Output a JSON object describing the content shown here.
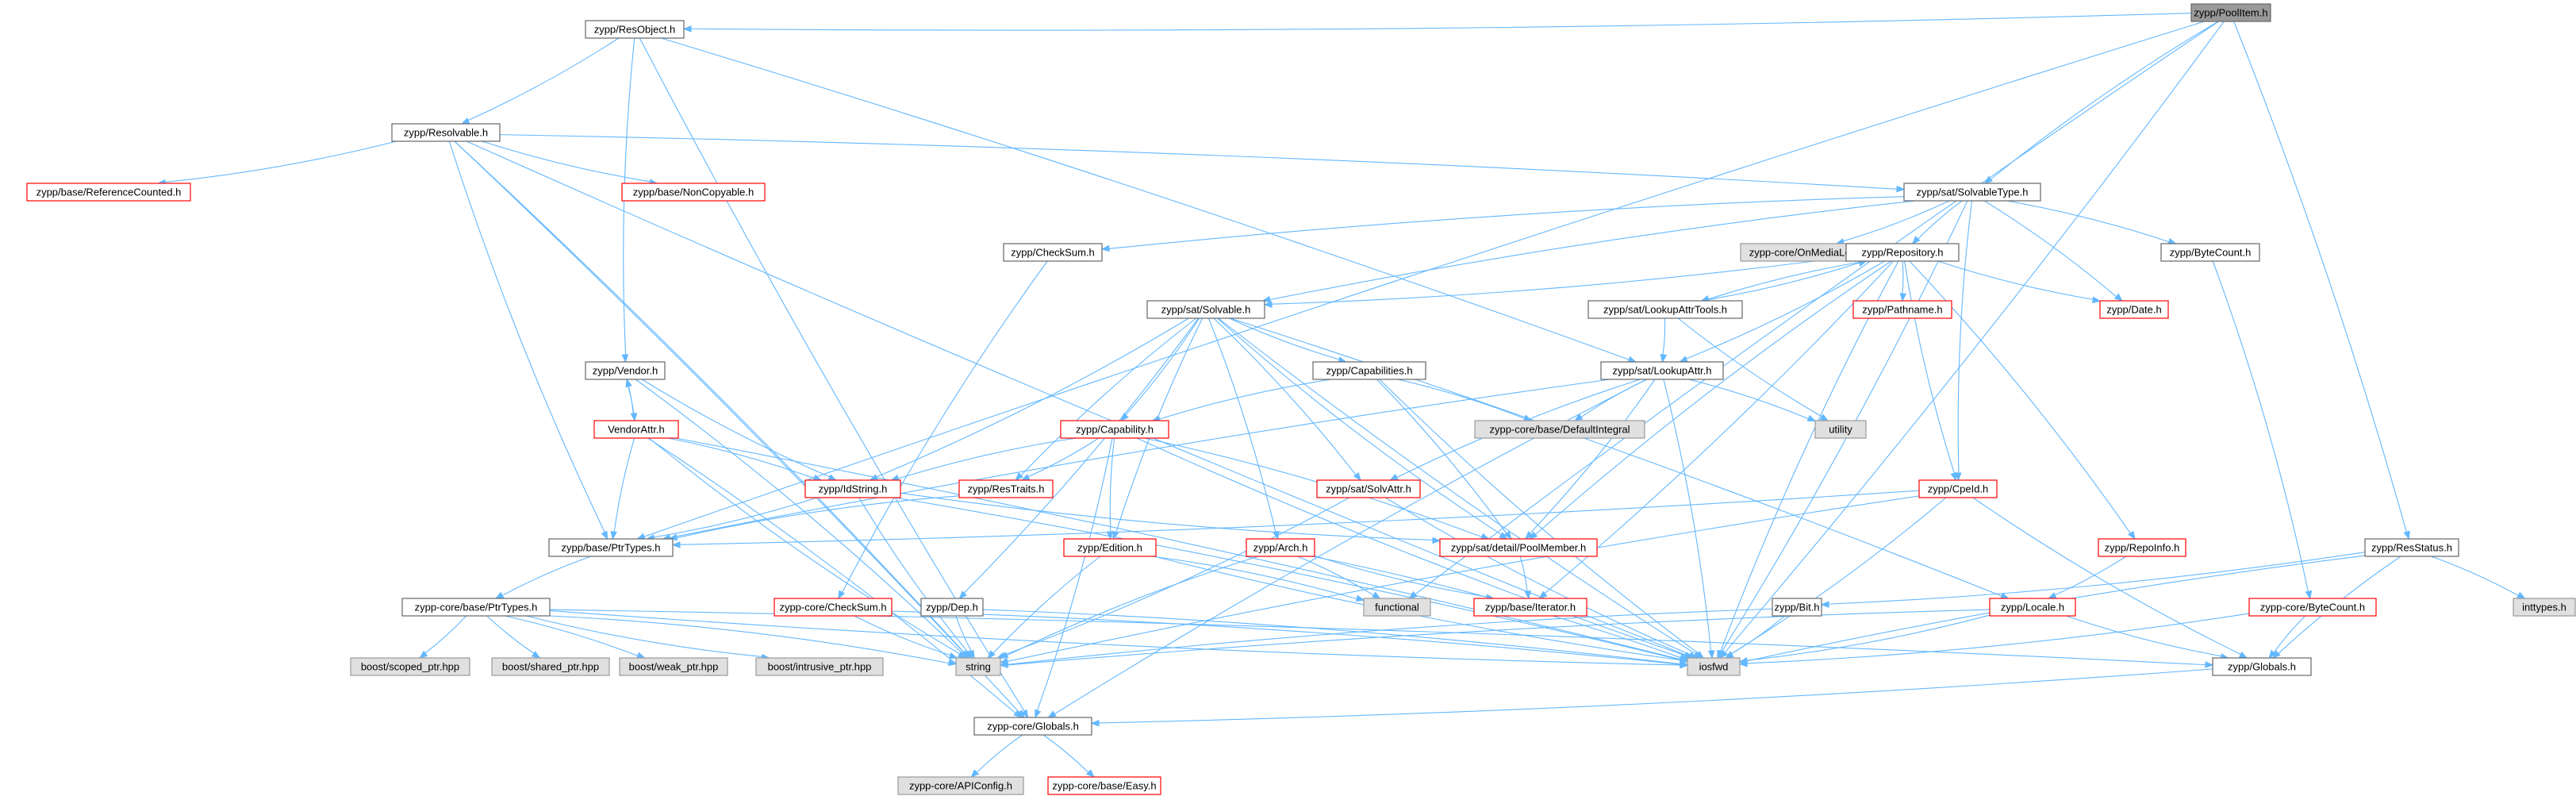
{
  "title": "zypp/PoolItem.h",
  "colors": {
    "edge": "#63b8ff",
    "root_fill": "#999999",
    "root_stroke": "#666666",
    "doc_stroke": "#666666",
    "undoc_stroke": "#ff0000",
    "system_fill": "#e0e0e0",
    "system_stroke": "#999999",
    "text": "#000000"
  },
  "nodes": [
    {
      "id": "PoolItem",
      "label": "zypp/PoolItem.h",
      "kind": "root"
    },
    {
      "id": "ResObject",
      "label": "zypp/ResObject.h",
      "kind": "doc"
    },
    {
      "id": "SolvableType",
      "label": "zypp/sat/SolvableType.h",
      "kind": "doc"
    },
    {
      "id": "ResStatus",
      "label": "zypp/ResStatus.h",
      "kind": "doc"
    },
    {
      "id": "Resolvable",
      "label": "zypp/Resolvable.h",
      "kind": "doc"
    },
    {
      "id": "Vendor",
      "label": "zypp/Vendor.h",
      "kind": "doc"
    },
    {
      "id": "PtrTypes",
      "label": "zypp/base/PtrTypes.h",
      "kind": "doc"
    },
    {
      "id": "CoreGlobals",
      "label": "zypp-core/Globals.h",
      "kind": "doc"
    },
    {
      "id": "RefCounted",
      "label": "zypp/base/ReferenceCounted.h",
      "kind": "undoc"
    },
    {
      "id": "NonCopyable",
      "label": "zypp/base/NonCopyable.h",
      "kind": "undoc"
    },
    {
      "id": "CheckSum",
      "label": "zypp/CheckSum.h",
      "kind": "doc"
    },
    {
      "id": "OnMedia",
      "label": "zypp-core/OnMediaLocation",
      "kind": "system"
    },
    {
      "id": "Repository",
      "label": "zypp/Repository.h",
      "kind": "doc"
    },
    {
      "id": "ByteCount",
      "label": "zypp/ByteCount.h",
      "kind": "doc"
    },
    {
      "id": "Solvable",
      "label": "zypp/sat/Solvable.h",
      "kind": "doc"
    },
    {
      "id": "LookupAttrTools",
      "label": "zypp/sat/LookupAttrTools.h",
      "kind": "doc"
    },
    {
      "id": "Pathname",
      "label": "zypp/Pathname.h",
      "kind": "undoc"
    },
    {
      "id": "Date",
      "label": "zypp/Date.h",
      "kind": "undoc"
    },
    {
      "id": "LookupAttr",
      "label": "zypp/sat/LookupAttr.h",
      "kind": "doc"
    },
    {
      "id": "Capabilities",
      "label": "zypp/Capabilities.h",
      "kind": "doc"
    },
    {
      "id": "DefaultIntegral",
      "label": "zypp-core/base/DefaultIntegral",
      "kind": "system"
    },
    {
      "id": "utility",
      "label": "utility",
      "kind": "system"
    },
    {
      "id": "VendorAttr",
      "label": "VendorAttr.h",
      "kind": "undoc"
    },
    {
      "id": "Capability",
      "label": "zypp/Capability.h",
      "kind": "undoc"
    },
    {
      "id": "IdString",
      "label": "zypp/IdString.h",
      "kind": "undoc"
    },
    {
      "id": "ResTraits",
      "label": "zypp/ResTraits.h",
      "kind": "undoc"
    },
    {
      "id": "SolvAttr",
      "label": "zypp/sat/SolvAttr.h",
      "kind": "undoc"
    },
    {
      "id": "CpeId",
      "label": "zypp/CpeId.h",
      "kind": "undoc"
    },
    {
      "id": "PoolMember",
      "label": "zypp/sat/detail/PoolMember.h",
      "kind": "undoc"
    },
    {
      "id": "Arch",
      "label": "zypp/Arch.h",
      "kind": "undoc"
    },
    {
      "id": "Edition",
      "label": "zypp/Edition.h",
      "kind": "undoc"
    },
    {
      "id": "RepoInfo",
      "label": "zypp/RepoInfo.h",
      "kind": "undoc"
    },
    {
      "id": "CorePtrTypes",
      "label": "zypp-core/base/PtrTypes.h",
      "kind": "doc"
    },
    {
      "id": "CoreCheckSum",
      "label": "zypp-core/CheckSum.h",
      "kind": "undoc"
    },
    {
      "id": "Dep",
      "label": "zypp/Dep.h",
      "kind": "doc"
    },
    {
      "id": "functional",
      "label": "functional",
      "kind": "system"
    },
    {
      "id": "Iterator",
      "label": "zypp/base/Iterator.h",
      "kind": "undoc"
    },
    {
      "id": "Bit",
      "label": "zypp/Bit.h",
      "kind": "doc"
    },
    {
      "id": "Locale",
      "label": "zypp/Locale.h",
      "kind": "undoc"
    },
    {
      "id": "CoreByteCount",
      "label": "zypp-core/ByteCount.h",
      "kind": "undoc"
    },
    {
      "id": "inttypes",
      "label": "inttypes.h",
      "kind": "system"
    },
    {
      "id": "scoped_ptr",
      "label": "boost/scoped_ptr.hpp",
      "kind": "system"
    },
    {
      "id": "shared_ptr",
      "label": "boost/shared_ptr.hpp",
      "kind": "system"
    },
    {
      "id": "weak_ptr",
      "label": "boost/weak_ptr.hpp",
      "kind": "system"
    },
    {
      "id": "intrusive_ptr",
      "label": "boost/intrusive_ptr.hpp",
      "kind": "system"
    },
    {
      "id": "string",
      "label": "string",
      "kind": "system"
    },
    {
      "id": "iosfwd",
      "label": "iosfwd",
      "kind": "system"
    },
    {
      "id": "ZGlobals",
      "label": "zypp/Globals.h",
      "kind": "doc"
    },
    {
      "id": "APIConfig",
      "label": "zypp-core/APIConfig.h",
      "kind": "system"
    },
    {
      "id": "Easy",
      "label": "zypp-core/base/Easy.h",
      "kind": "undoc"
    }
  ],
  "edges": [
    [
      "PoolItem",
      "ResObject"
    ],
    [
      "PoolItem",
      "SolvableType"
    ],
    [
      "PoolItem",
      "ResStatus"
    ],
    [
      "PoolItem",
      "PtrTypes"
    ],
    [
      "PoolItem",
      "iosfwd"
    ],
    [
      "PoolItem",
      "functional"
    ],
    [
      "ResObject",
      "Resolvable"
    ],
    [
      "ResObject",
      "Vendor"
    ],
    [
      "ResObject",
      "LookupAttr"
    ],
    [
      "ResObject",
      "CoreGlobals"
    ],
    [
      "Resolvable",
      "RefCounted"
    ],
    [
      "Resolvable",
      "NonCopyable"
    ],
    [
      "Resolvable",
      "SolvableType"
    ],
    [
      "Resolvable",
      "PtrTypes"
    ],
    [
      "Resolvable",
      "CoreGlobals"
    ],
    [
      "Resolvable",
      "iosfwd"
    ],
    [
      "Resolvable",
      "string"
    ],
    [
      "SolvableType",
      "CheckSum"
    ],
    [
      "SolvableType",
      "OnMedia"
    ],
    [
      "SolvableType",
      "Repository"
    ],
    [
      "SolvableType",
      "ByteCount"
    ],
    [
      "SolvableType",
      "Solvable"
    ],
    [
      "SolvableType",
      "Date"
    ],
    [
      "SolvableType",
      "CpeId"
    ],
    [
      "SolvableType",
      "iosfwd"
    ],
    [
      "CheckSum",
      "CoreCheckSum"
    ],
    [
      "Repository",
      "Solvable"
    ],
    [
      "Repository",
      "LookupAttrTools"
    ],
    [
      "Repository",
      "Pathname"
    ],
    [
      "Repository",
      "Date"
    ],
    [
      "Repository",
      "LookupAttr"
    ],
    [
      "Repository",
      "CpeId"
    ],
    [
      "Repository",
      "RepoInfo"
    ],
    [
      "Repository",
      "PoolMember"
    ],
    [
      "Repository",
      "Iterator"
    ],
    [
      "Repository",
      "iosfwd"
    ],
    [
      "ByteCount",
      "CoreByteCount"
    ],
    [
      "LookupAttrTools",
      "Repository"
    ],
    [
      "LookupAttrTools",
      "LookupAttr"
    ],
    [
      "LookupAttrTools",
      "utility"
    ],
    [
      "Solvable",
      "IdString"
    ],
    [
      "Solvable",
      "Capabilities"
    ],
    [
      "Solvable",
      "Capability"
    ],
    [
      "Solvable",
      "ResTraits"
    ],
    [
      "Solvable",
      "SolvAttr"
    ],
    [
      "Solvable",
      "PoolMember"
    ],
    [
      "Solvable",
      "Arch"
    ],
    [
      "Solvable",
      "Edition"
    ],
    [
      "Solvable",
      "Dep"
    ],
    [
      "Solvable",
      "iosfwd"
    ],
    [
      "Solvable",
      "Locale"
    ],
    [
      "LookupAttr",
      "DefaultIntegral"
    ],
    [
      "LookupAttr",
      "utility"
    ],
    [
      "LookupAttr",
      "SolvAttr"
    ],
    [
      "LookupAttr",
      "PoolMember"
    ],
    [
      "LookupAttr",
      "PtrTypes"
    ],
    [
      "LookupAttr",
      "iosfwd"
    ],
    [
      "LookupAttr",
      "CoreGlobals"
    ],
    [
      "Capabilities",
      "DefaultIntegral"
    ],
    [
      "Capabilities",
      "Capability"
    ],
    [
      "Capabilities",
      "PoolMember"
    ],
    [
      "Capabilities",
      "iosfwd"
    ],
    [
      "Vendor",
      "VendorAttr"
    ],
    [
      "Vendor",
      "IdString"
    ],
    [
      "Vendor",
      "string"
    ],
    [
      "VendorAttr",
      "Vendor"
    ],
    [
      "VendorAttr",
      "IdString"
    ],
    [
      "VendorAttr",
      "PtrTypes"
    ],
    [
      "VendorAttr",
      "CoreGlobals"
    ],
    [
      "VendorAttr",
      "string"
    ],
    [
      "VendorAttr",
      "iosfwd"
    ],
    [
      "Capability",
      "IdString"
    ],
    [
      "Capability",
      "ResTraits"
    ],
    [
      "Capability",
      "Edition"
    ],
    [
      "Capability",
      "PoolMember"
    ],
    [
      "Capability",
      "iosfwd"
    ],
    [
      "Capability",
      "CoreGlobals"
    ],
    [
      "IdString",
      "PoolMember"
    ],
    [
      "IdString",
      "PtrTypes"
    ],
    [
      "IdString",
      "string"
    ],
    [
      "IdString",
      "iosfwd"
    ],
    [
      "ResTraits",
      "PtrTypes"
    ],
    [
      "SolvAttr",
      "string"
    ],
    [
      "SolvAttr",
      "iosfwd"
    ],
    [
      "CpeId",
      "PtrTypes"
    ],
    [
      "CpeId",
      "string"
    ],
    [
      "CpeId",
      "iosfwd"
    ],
    [
      "CpeId",
      "ZGlobals"
    ],
    [
      "PoolMember",
      "Iterator"
    ],
    [
      "Arch",
      "string"
    ],
    [
      "Arch",
      "functional"
    ],
    [
      "Arch",
      "Iterator"
    ],
    [
      "Arch",
      "iosfwd"
    ],
    [
      "Edition",
      "string"
    ],
    [
      "Edition",
      "functional"
    ],
    [
      "Edition",
      "iosfwd"
    ],
    [
      "RepoInfo",
      "Locale"
    ],
    [
      "PtrTypes",
      "CorePtrTypes"
    ],
    [
      "CorePtrTypes",
      "scoped_ptr"
    ],
    [
      "CorePtrTypes",
      "shared_ptr"
    ],
    [
      "CorePtrTypes",
      "weak_ptr"
    ],
    [
      "CorePtrTypes",
      "intrusive_ptr"
    ],
    [
      "CorePtrTypes",
      "string"
    ],
    [
      "CorePtrTypes",
      "iosfwd"
    ],
    [
      "CorePtrTypes",
      "ZGlobals"
    ],
    [
      "CoreCheckSum",
      "string"
    ],
    [
      "CoreCheckSum",
      "iosfwd"
    ],
    [
      "Dep",
      "string"
    ],
    [
      "Dep",
      "iosfwd"
    ],
    [
      "Bit",
      "string"
    ],
    [
      "Bit",
      "iosfwd"
    ],
    [
      "Locale",
      "string"
    ],
    [
      "Locale",
      "iosfwd"
    ],
    [
      "Locale",
      "ZGlobals"
    ],
    [
      "CoreByteCount",
      "iosfwd"
    ],
    [
      "CoreByteCount",
      "ZGlobals"
    ],
    [
      "ResStatus",
      "inttypes"
    ],
    [
      "ResStatus",
      "iosfwd"
    ],
    [
      "ResStatus",
      "Bit"
    ],
    [
      "ResStatus",
      "ZGlobals"
    ],
    [
      "ZGlobals",
      "CoreGlobals"
    ],
    [
      "CoreGlobals",
      "APIConfig"
    ],
    [
      "CoreGlobals",
      "Easy"
    ]
  ]
}
